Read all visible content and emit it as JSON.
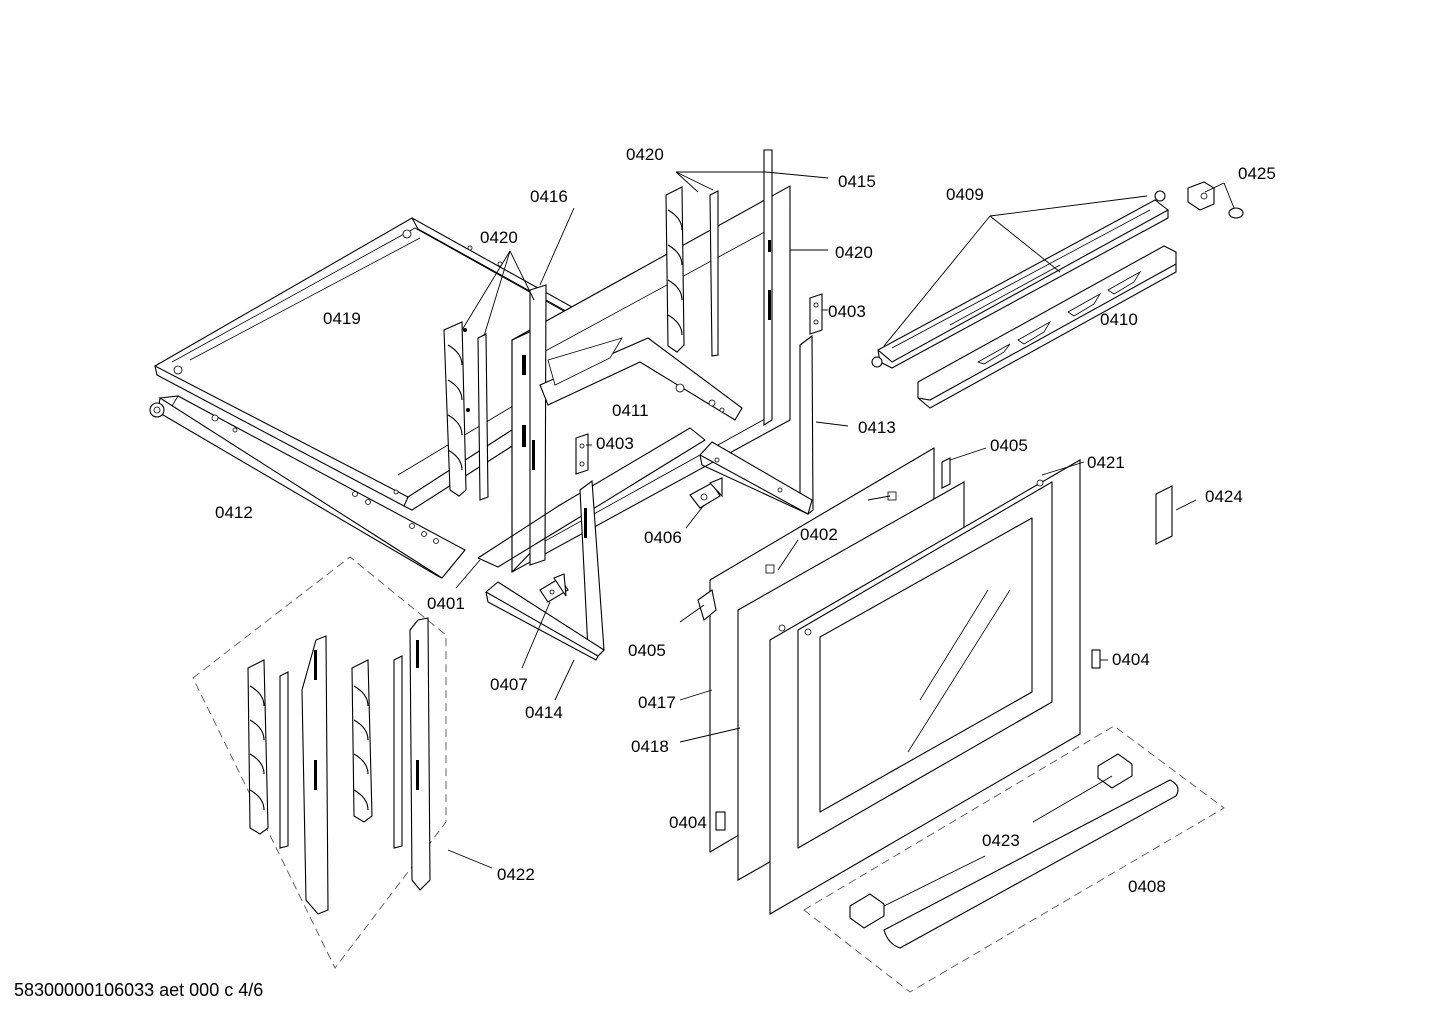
{
  "diagram": {
    "footer": "58300000106033 aet 000 c 4/6",
    "labels": {
      "l0420a": "0420",
      "l0415": "0415",
      "l0416": "0416",
      "l0420b": "0420",
      "l0420c": "0420",
      "l0409": "0409",
      "l0425": "0425",
      "l0419": "0419",
      "l0403a": "0403",
      "l0410": "0410",
      "l0411": "0411",
      "l0413": "0413",
      "l0403b": "0403",
      "l0405a": "0405",
      "l0421": "0421",
      "l0424": "0424",
      "l0412": "0412",
      "l0406": "0406",
      "l0402": "0402",
      "l0401": "0401",
      "l0405b": "0405",
      "l0404a": "0404",
      "l0407": "0407",
      "l0417": "0417",
      "l0414": "0414",
      "l0418": "0418",
      "l0404b": "0404",
      "l0423": "0423",
      "l0422": "0422",
      "l0408": "0408"
    }
  }
}
